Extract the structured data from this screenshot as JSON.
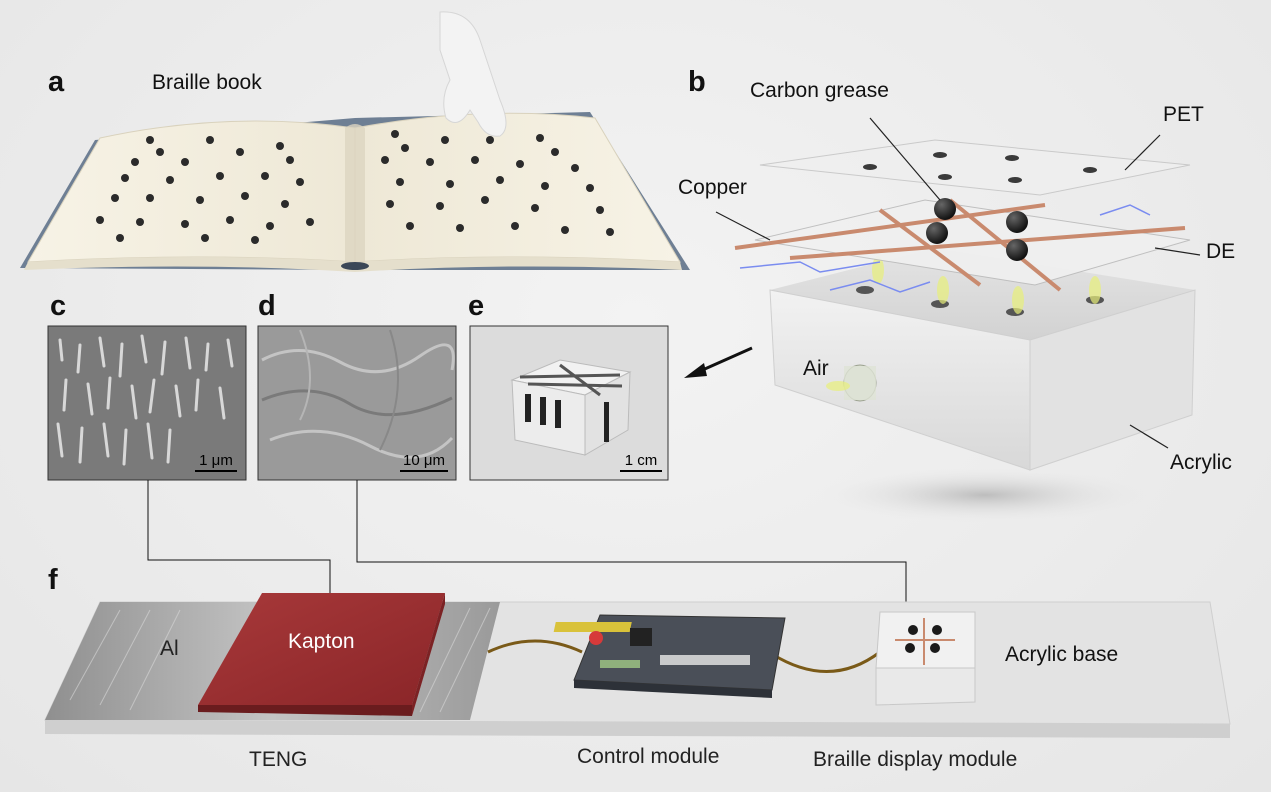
{
  "panels": {
    "a": {
      "letter": "a",
      "title": "Braille book"
    },
    "b": {
      "letter": "b",
      "labels": {
        "carbon_grease": "Carbon grease",
        "pet": "PET",
        "copper": "Copper",
        "de": "DE",
        "air": "Air",
        "acrylic": "Acrylic"
      }
    },
    "c": {
      "letter": "c",
      "scale": "1 μm"
    },
    "d": {
      "letter": "d",
      "scale": "10 μm"
    },
    "e": {
      "letter": "e",
      "scale": "1 cm"
    },
    "f": {
      "letter": "f",
      "labels": {
        "al": "Al",
        "kapton": "Kapton",
        "acrylic_base": "Acrylic base",
        "teng": "TENG",
        "control_module": "Control module",
        "braille_display_module": "Braille display module"
      }
    }
  },
  "colors": {
    "background": "#ececec",
    "kapton": "#9a2f2f",
    "copper": "#c98a6e",
    "dot": "#1a1a1a",
    "wire": "#7a5a18"
  }
}
